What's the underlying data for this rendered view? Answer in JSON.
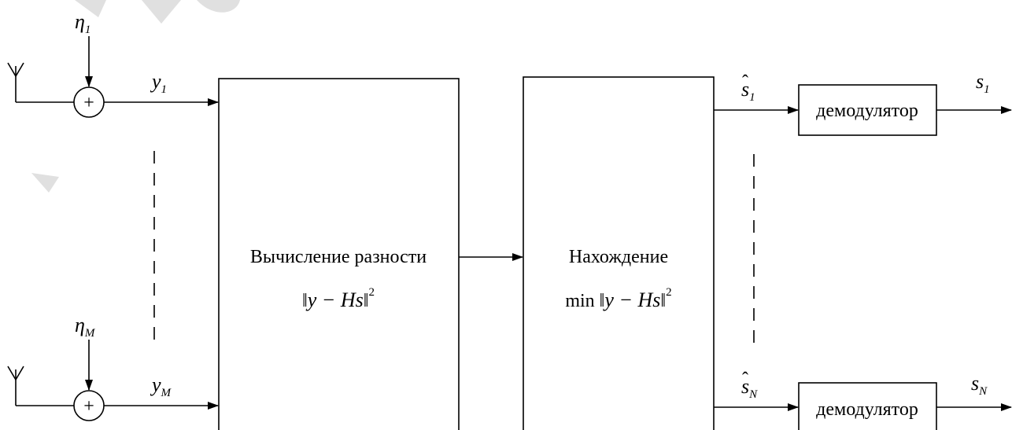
{
  "noise_1": {
    "symbol": "η",
    "sub": "1"
  },
  "noise_m": {
    "symbol": "η",
    "sub": "M"
  },
  "signal_y1": {
    "symbol": "y",
    "sub": "1"
  },
  "signal_ym": {
    "symbol": "y",
    "sub": "M"
  },
  "adder_symbol": "+",
  "block_difference": {
    "title": "Вычисление разности",
    "formula_left": "‖",
    "formula_body": "y − Hs",
    "formula_right": "‖",
    "formula_power": "2"
  },
  "block_minimum": {
    "title": "Нахождение",
    "formula_prefix": "min",
    "formula_left": "‖",
    "formula_body": "y − Hs",
    "formula_right": "‖",
    "formula_power": "2"
  },
  "estimate_1": {
    "symbol": "s",
    "hat": "ˆ",
    "sub": "1"
  },
  "estimate_n": {
    "symbol": "s",
    "hat": "ˆ",
    "sub": "N"
  },
  "demodulator_1_label": "демодулятор",
  "demodulator_n_label": "демодулятор",
  "output_1": {
    "symbol": "s",
    "sub": "1"
  },
  "output_n": {
    "symbol": "s",
    "sub": "N"
  },
  "colors": {
    "line": "#000000",
    "background": "#ffffff",
    "watermark": "#e0e0e0"
  }
}
